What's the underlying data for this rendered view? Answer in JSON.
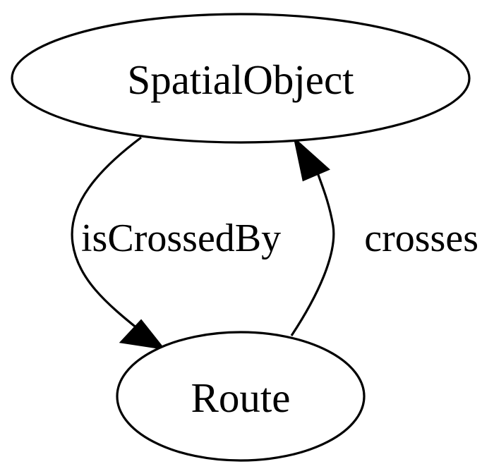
{
  "nodes": {
    "spatial_object": {
      "label": "SpatialObject"
    },
    "route": {
      "label": "Route"
    }
  },
  "edges": {
    "is_crossed_by": {
      "label": "isCrossedBy",
      "from": "SpatialObject",
      "to": "Route"
    },
    "crosses": {
      "label": "crosses",
      "from": "Route",
      "to": "SpatialObject"
    }
  },
  "colors": {
    "stroke": "#000000",
    "background": "#ffffff"
  }
}
